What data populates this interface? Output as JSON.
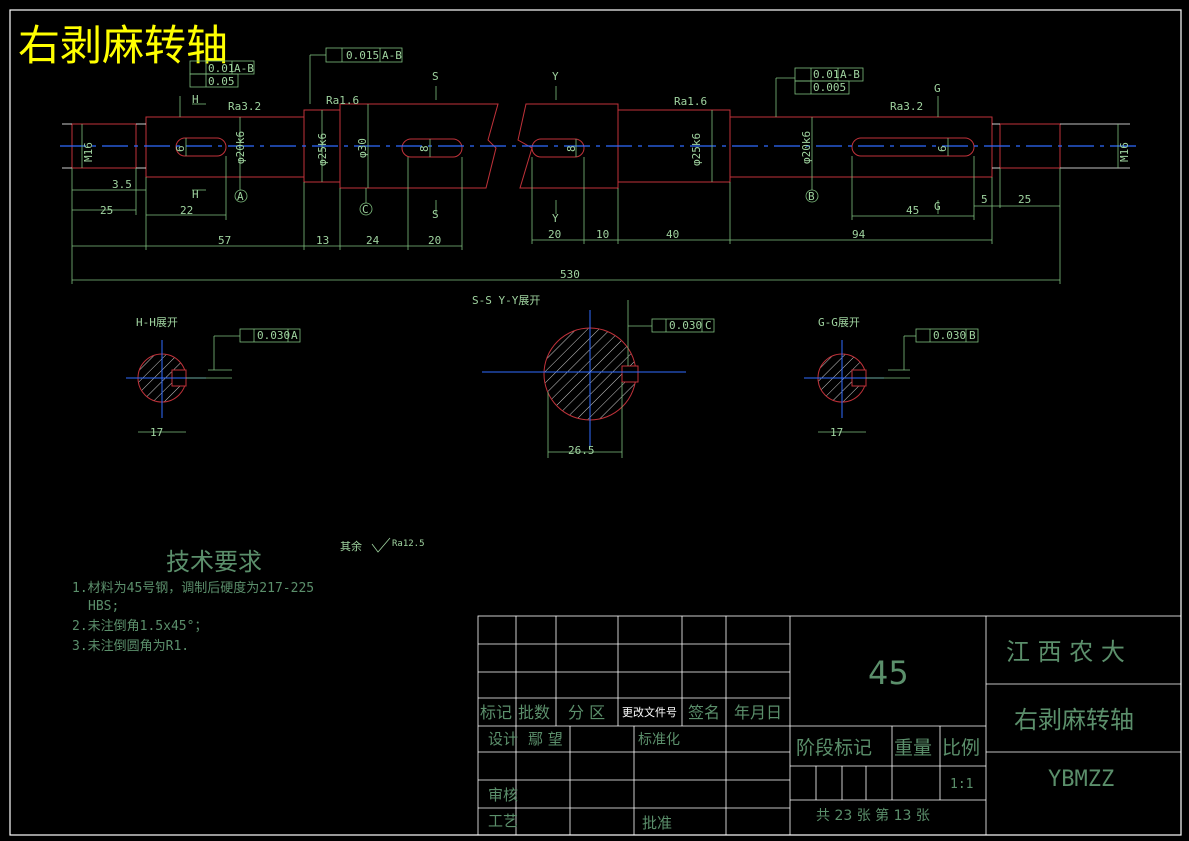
{
  "title": "右剥麻转轴",
  "tech": {
    "heading": "技术要求",
    "item1": "1.材料为45号钢，调制后硬度为217-225",
    "item1b": "HBS;",
    "item2": "2.未注倒角1.5x45°；",
    "item3": "3.未注倒圆角为R1."
  },
  "rest_roughness": {
    "label": "其余",
    "value": "Ra12.5"
  },
  "dims": {
    "d1": "25",
    "d2": "22",
    "d3": "3.5",
    "d4": "57",
    "d5": "13",
    "d6": "24",
    "d7": "20",
    "d8": "20",
    "d9": "10",
    "d10": "40",
    "d11": "94",
    "d12": "45",
    "d13": "5",
    "d14": "25",
    "total": "530",
    "m16": "M16",
    "m16r": "M16",
    "phi20": "φ20k6",
    "phi25": "φ25k6",
    "phi30": "φ30",
    "phi25b": "φ25k6",
    "phi20b": "φ20k6",
    "six": "6",
    "eight": "8",
    "eightb": "8",
    "sixb": "6"
  },
  "tolerances": {
    "t1": "0.015",
    "t1ref": "A-B",
    "t2": "0.01",
    "t2ref": "A-B",
    "t3": "0.05",
    "t4": "0.01",
    "t4ref": "A-B",
    "t5": "0.005",
    "sym1": "0.030",
    "sym1ref": "A",
    "sym2": "0.030",
    "sym2ref": "C",
    "sym3": "0.030",
    "sym3ref": "B"
  },
  "roughness": {
    "r1": "Ra3.2",
    "r2": "Ra1.6",
    "r3": "Ra1.6",
    "r4": "Ra3.2"
  },
  "datums": {
    "a": "A",
    "b": "B",
    "c": "C"
  },
  "sections": {
    "hh": "H-H展开",
    "ss": "S-S Y-Y展开",
    "gg": "G-G展开",
    "hh_w": "17",
    "ss_w": "26.5",
    "gg_w": "17",
    "h": "H",
    "s": "S",
    "y": "Y",
    "g": "G"
  },
  "titleblock": {
    "material": "45",
    "school": "江 西 农 大",
    "part_name": "右剥麻转轴",
    "code": "YBMZZ",
    "scale": "1:1",
    "sheets": "共 23 张   第 13 张",
    "row_labels": [
      "标记",
      "批数",
      "分 区",
      "更改文件号",
      "签名",
      "年月日"
    ],
    "design": "设计",
    "designer": "鄢 望",
    "standard": "标准化",
    "review": "审核",
    "process": "工艺",
    "approve": "批准",
    "stage": "阶段标记",
    "weight": "重量",
    "ratio": "比例"
  }
}
